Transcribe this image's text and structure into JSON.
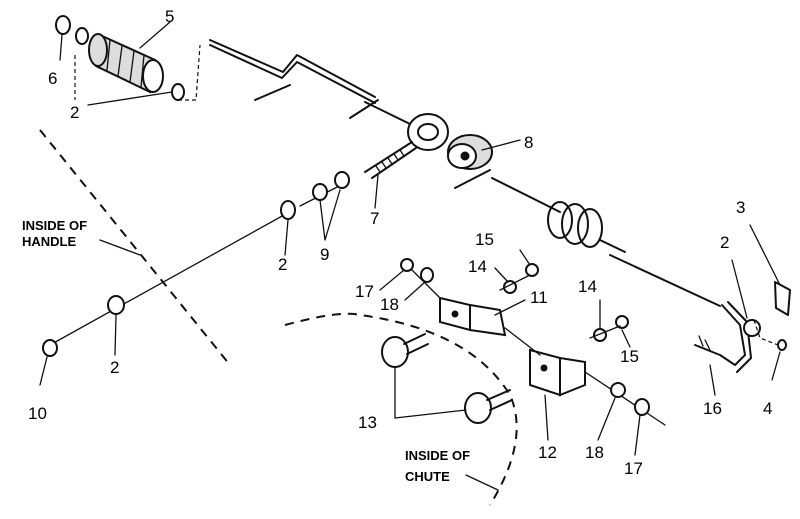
{
  "callouts": {
    "c2a": "2",
    "c2b": "2",
    "c2c": "2",
    "c2d": "2",
    "c3": "3",
    "c4": "4",
    "c5": "5",
    "c6": "6",
    "c7": "7",
    "c8": "8",
    "c9": "9",
    "c10": "10",
    "c11": "11",
    "c12": "12",
    "c13": "13",
    "c14a": "14",
    "c14b": "14",
    "c15a": "15",
    "c15b": "15",
    "c16": "16",
    "c17a": "17",
    "c17b": "17",
    "c18a": "18",
    "c18b": "18"
  },
  "notes": {
    "handle_line1": "INSIDE OF",
    "handle_line2": "HANDLE",
    "chute_line1": "INSIDE OF",
    "chute_line2": "CHUTE"
  }
}
